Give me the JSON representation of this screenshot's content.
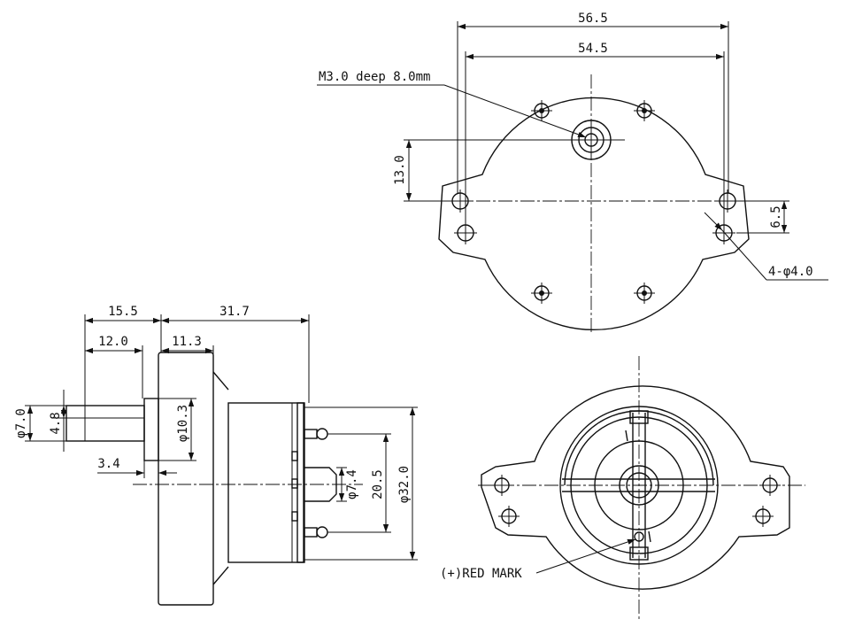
{
  "colors": {
    "ink": "#111111",
    "paper": "#ffffff"
  },
  "dimensions": {
    "top_width_outer": "56.5",
    "top_width_inner": "54.5",
    "shaft_thread": "M3.0 deep 8.0mm",
    "shaft_offset": "13.0",
    "mount_hole_offset": "6.5",
    "mount_holes": "4-φ4.0",
    "shaft_length": "15.5",
    "body_length": "31.7",
    "shaft_flat": "12.0",
    "gearbox_length": "11.3",
    "shaft_dia": "φ7.0",
    "flat_width": "4.8",
    "boss_dia": "φ10.3",
    "shaft_stub": "3.4",
    "motor_boss_dia": "φ7.4",
    "terminal_spacing": "20.5",
    "motor_dia": "φ32.0"
  },
  "labels": {
    "red_mark": "(+)RED MARK"
  }
}
